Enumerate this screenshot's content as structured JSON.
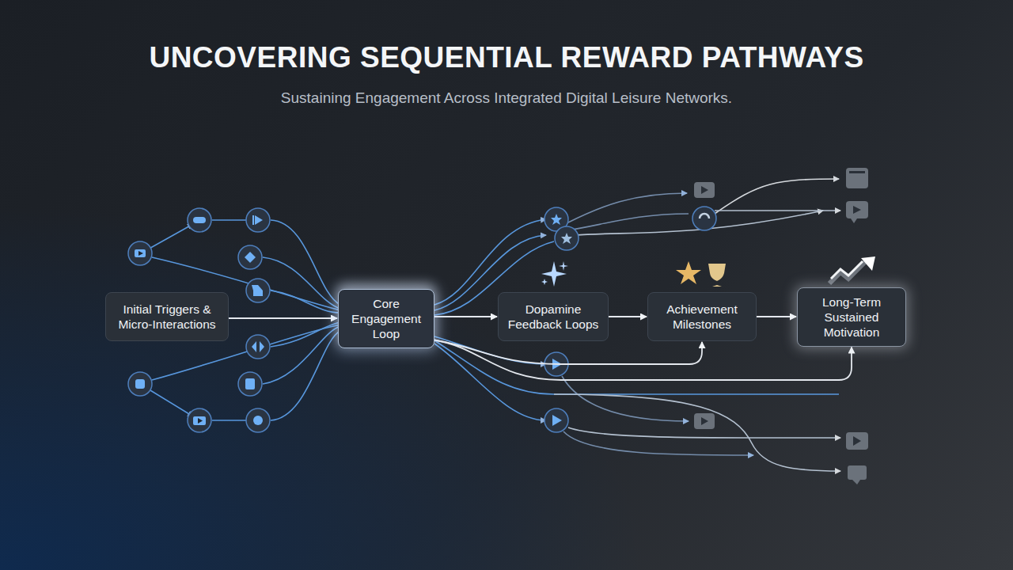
{
  "diagram": {
    "title": "UNCOVERING SEQUENTIAL REWARD PATHWAYS",
    "caption": "Sustaining Engagement Across Integrated Digital Leisure Networks.",
    "nodes": [
      {
        "text": [
          "Initial Triggers & Micro-Interactions"
        ]
      },
      {
        "text": [
          "Core Engagement Loop"
        ]
      },
      {
        "text": [
          "Dopamine Feedback Loops"
        ]
      },
      {
        "text": [
          "Achievement Milestones"
        ]
      },
      {
        "text": [
          "Long-Term Sustained Motivation"
        ]
      }
    ],
    "edges": [
      {
        "from": 0,
        "to": 1,
        "arrow": "to"
      },
      {
        "from": 1,
        "to": 2,
        "arrow": "to"
      },
      {
        "from": 2,
        "to": 3,
        "arrow": "to"
      },
      {
        "from": 3,
        "to": 4,
        "arrow": "to"
      },
      {
        "from": 1,
        "to": 3,
        "arrow": "to"
      },
      {
        "from": 1,
        "to": 4,
        "arrow": "to"
      }
    ]
  }
}
